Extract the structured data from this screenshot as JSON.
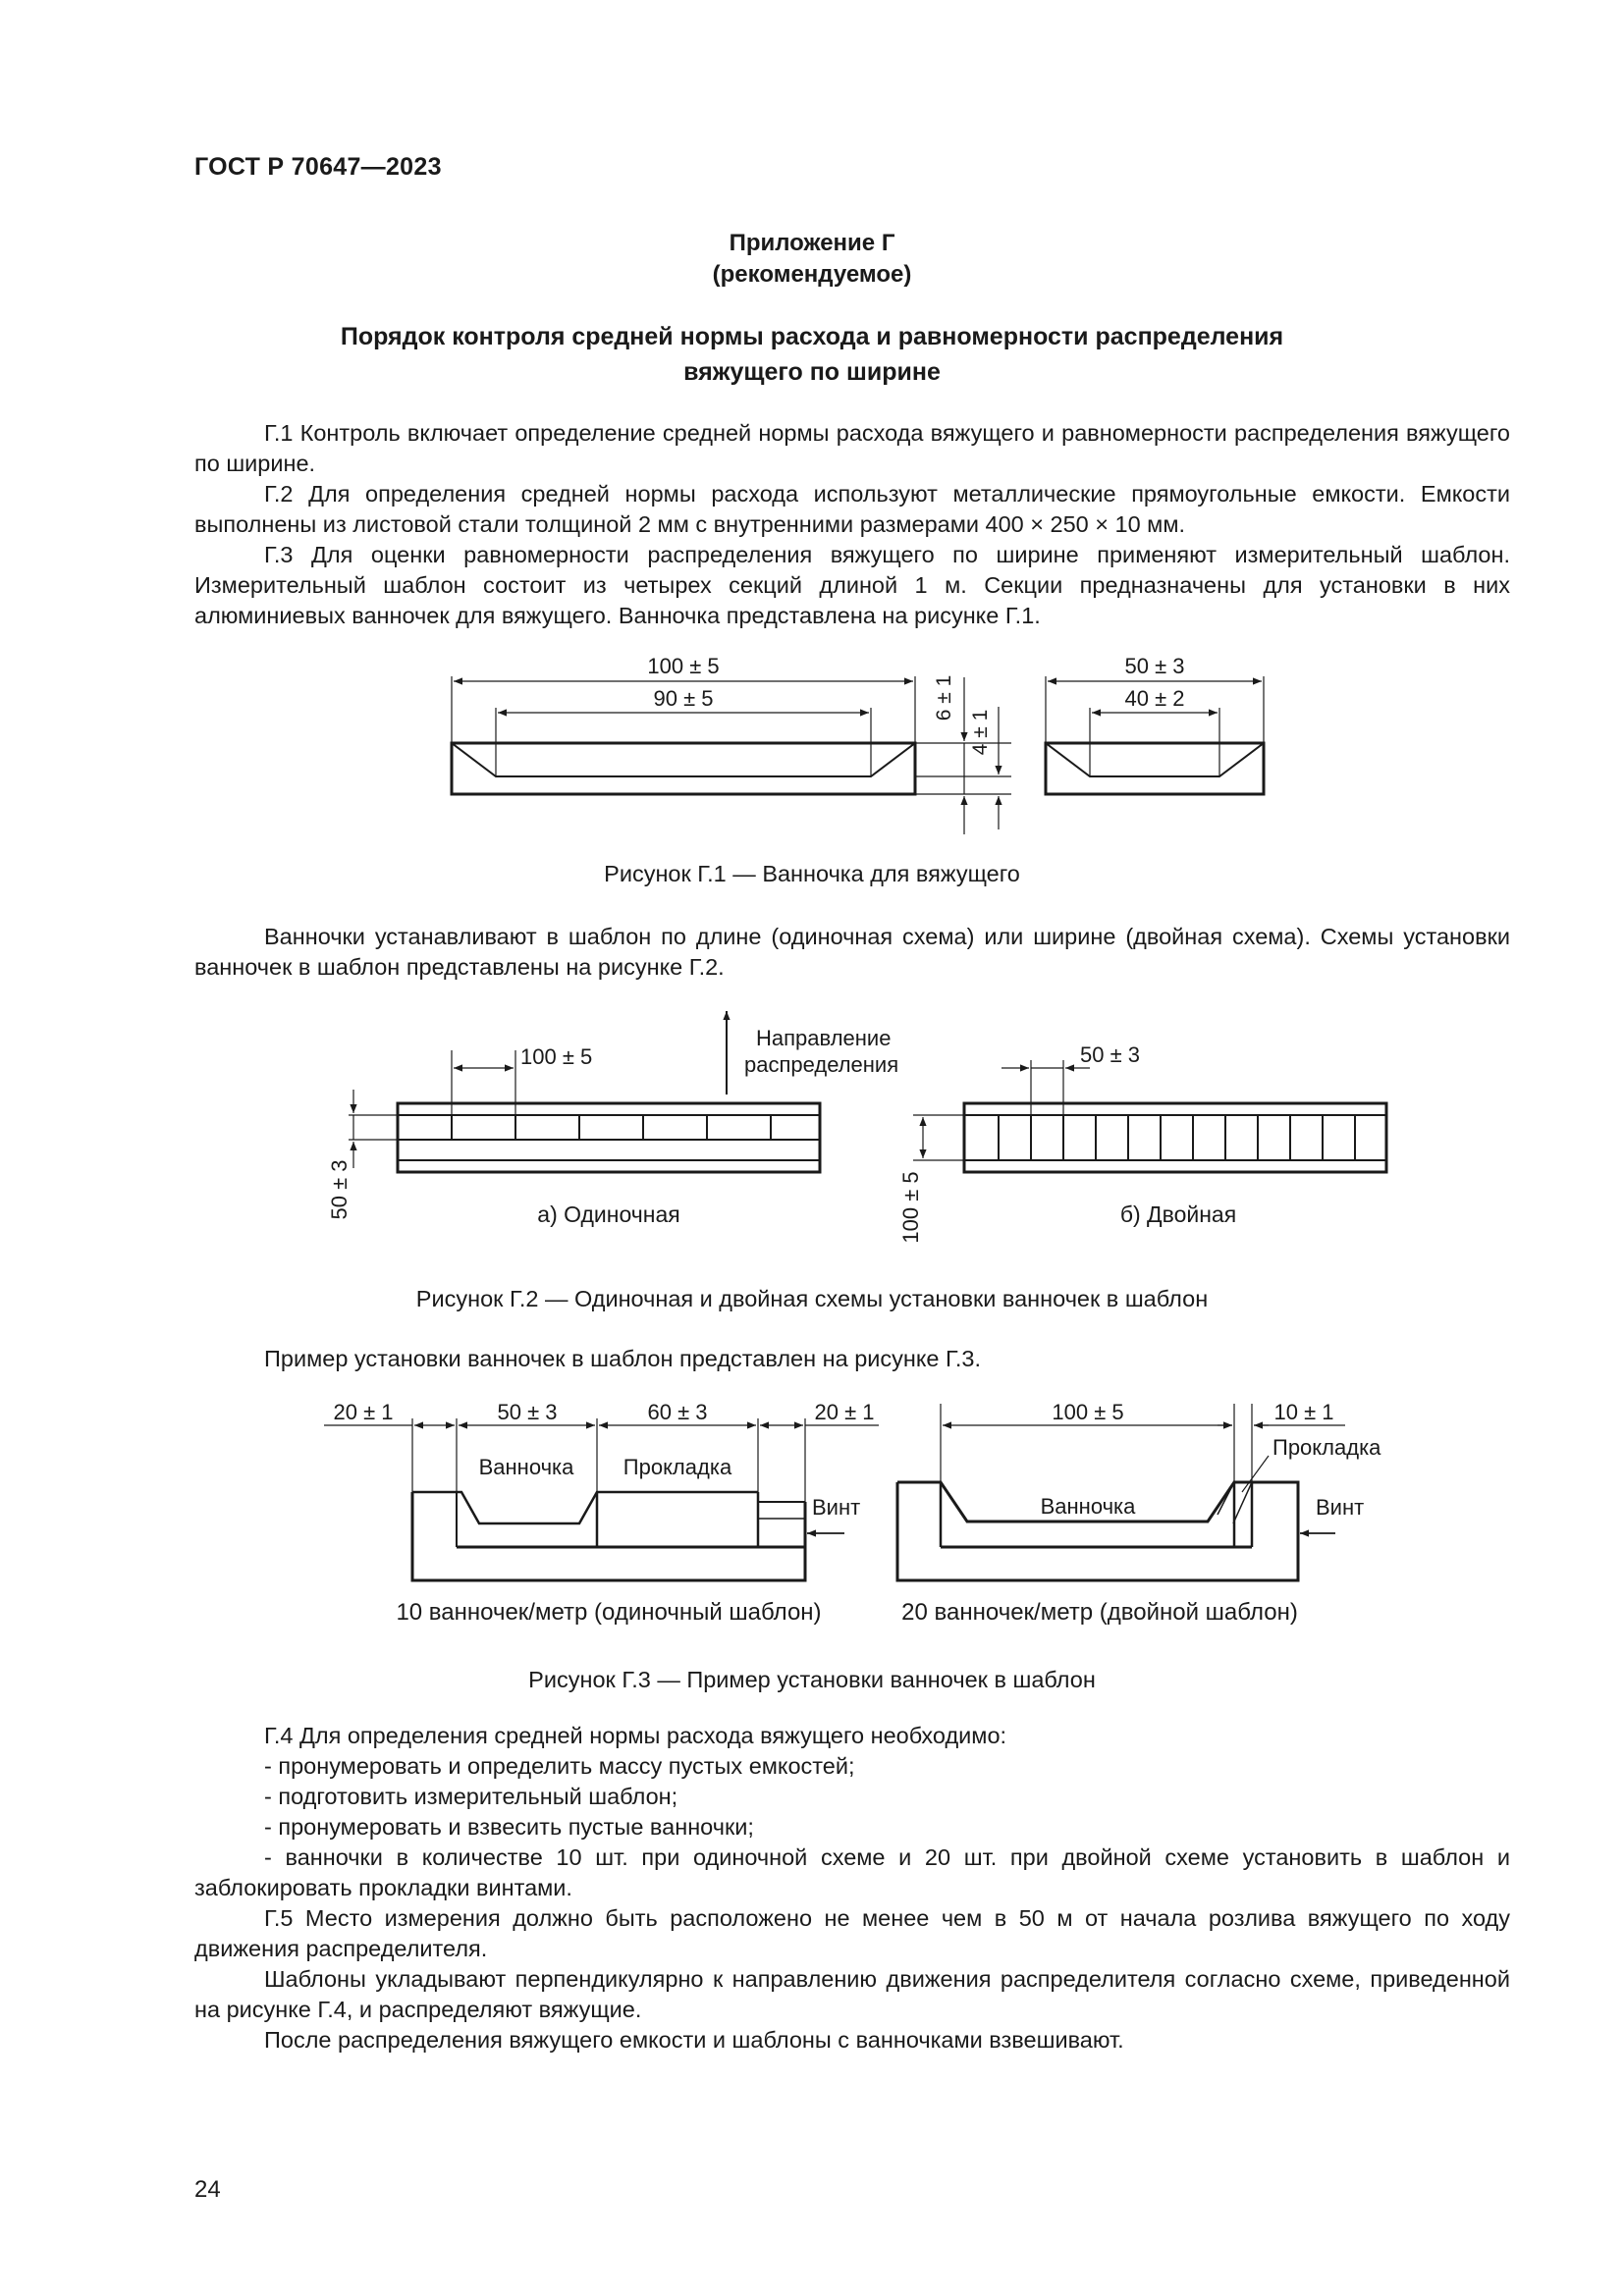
{
  "header": {
    "doc_id": "ГОСТ Р 70647—2023"
  },
  "appendix": {
    "title": "Приложение Г",
    "subtitle": "(рекомендуемое)"
  },
  "section_title": {
    "line1": "Порядок контроля средней нормы расхода и равномерности распределения",
    "line2": "вяжущего по ширине"
  },
  "paragraphs": {
    "g1": "Г.1 Контроль включает определение средней нормы расхода вяжущего и равномерности распределения вяжущего по ширине.",
    "g2": "Г.2 Для определения средней нормы расхода используют металлические прямоугольные емкости. Емкости выполнены из листовой стали толщиной 2 мм с внутренними размерами 400 × 250 × 10 мм.",
    "g3": "Г.3 Для оценки равномерности распределения вяжущего по ширине применяют измерительный шаблон. Измерительный шаблон состоит из четырех секций длиной 1 м. Секции предназначены для установки в них алюминиевых ванночек для вяжущего. Ванночка представлена на рисунке Г.1.",
    "after_fig1": "Ванночки устанавливают в шаблон по длине (одиночная схема) или ширине (двойная схема). Схемы установки ванночек в шаблон представлены на рисунке Г.2.",
    "after_fig2": "Пример установки ванночек в шаблон представлен на рисунке Г.3.",
    "g4_intro": "Г.4 Для определения средней нормы расхода вяжущего необходимо:",
    "g4_items": [
      "- пронумеровать и определить массу пустых емкостей;",
      "- подготовить измерительный шаблон;",
      "- пронумеровать и взвесить пустые ванночки;",
      "- ванночки в количестве 10 шт. при одиночной схеме и 20 шт. при двойной схеме установить в шаблон и заблокировать прокладки винтами."
    ],
    "g5": "Г.5 Место измерения должно быть расположено не менее чем в 50 м от начала розлива вяжущего по ходу движения распределителя.",
    "g5_b": "Шаблоны укладывают перпендикулярно к направлению движения распределителя согласно схеме, приведенной на рисунке Г.4, и распределяют вяжущие.",
    "g5_c": "После распределения вяжущего емкости и шаблоны с ванночками взвешивают."
  },
  "figure1": {
    "caption": "Рисунок Г.1 — Ванночка для вяжущего",
    "dim_length_outer": "100 ± 5",
    "dim_length_inner": "90 ± 5",
    "dim_height_outer": "6 ± 1",
    "dim_height_inner": "4 ± 1",
    "dim_width_outer": "50 ± 3",
    "dim_width_inner": "40 ± 2"
  },
  "figure2": {
    "caption": "Рисунок Г.2 — Одиночная и двойная схемы установки ванночек в шаблон",
    "dim_single_len": "100 ± 5",
    "dim_single_width": "50 ± 3",
    "direction_line1": "Направление",
    "direction_line2": "распределения",
    "dim_double_w": "50 ± 3",
    "dim_double_len": "100 ± 5",
    "label_a": "а) Одиночная",
    "label_b": "б) Двойная"
  },
  "figure3": {
    "caption": "Рисунок Г.3 — Пример установки ванночек в шаблон",
    "left": {
      "dim1": "20 ± 1",
      "dim2": "50 ± 3",
      "dim3": "60 ± 3",
      "dim4": "20 ± 1",
      "label_tray": "Ванночка",
      "label_spacer": "Прокладка",
      "label_screw": "Винт",
      "subcaption": "10 ванночек/метр (одиночный шаблон)"
    },
    "right": {
      "dim1": "100 ± 5",
      "dim2": "10 ± 1",
      "label_spacer": "Прокладка",
      "label_tray": "Ванночка",
      "label_screw": "Винт",
      "subcaption": "20 ванночек/метр (двойной шаблон)"
    }
  },
  "page_number": "24"
}
